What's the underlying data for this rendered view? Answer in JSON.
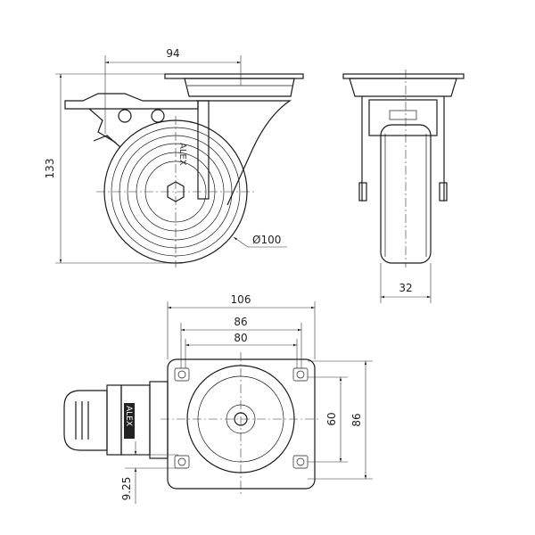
{
  "drawing": {
    "side_view": {
      "width_dim": "94",
      "height_dim": "133",
      "wheel_diameter": "Ø100",
      "logo": "ALEX"
    },
    "front_view": {
      "wheel_width_dim": "32"
    },
    "bottom_view": {
      "plate_width": "106",
      "hole_spacing_outer": "86",
      "hole_spacing_inner": "80",
      "plate_height_inner": "60",
      "plate_height_outer": "86",
      "brake_offset": "9.25",
      "logo": "ALEX"
    }
  }
}
